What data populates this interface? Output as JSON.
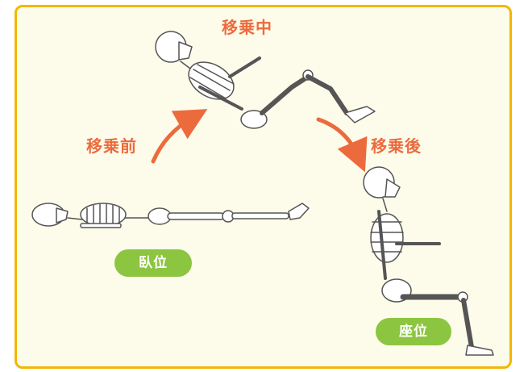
{
  "labels": {
    "before": "移乗前",
    "during": "移乗中",
    "after": "移乗後"
  },
  "badges": {
    "lying": "臥位",
    "sitting": "座位"
  },
  "colors": {
    "frame": "#f2b705",
    "background": "#fdfbea",
    "accent": "#ec6b3d",
    "badge": "#8cc540",
    "bone_stroke": "#555555",
    "bone_fill": "#ffffff"
  }
}
